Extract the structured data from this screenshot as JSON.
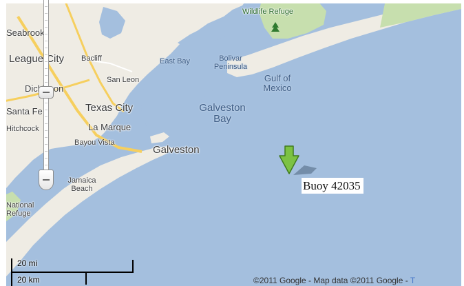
{
  "map": {
    "water_color": "#a4bfde",
    "land_color": "#efece4",
    "park_color": "#c7dfae",
    "road_color": "#f6cf5e",
    "labels": {
      "wildlife_refuge": "Wildlife Refuge",
      "seabrook": "Seabrook",
      "league_city": "League City",
      "bacliff": "Bacliff",
      "east_bay": "East Bay",
      "bolivar_peninsula": "Bolivar Peninsula",
      "san_leon": "San Leon",
      "gulf_of_mexico": "Gulf of Mexico",
      "dickinson": "Dickinson",
      "santa_fe": "Santa Fe",
      "texas_city": "Texas City",
      "galveston_bay": "Galveston Bay",
      "hitchcock": "Hitchcock",
      "la_marque": "La Marque",
      "bayou_vista": "Bayou Vista",
      "galveston": "Galveston",
      "jamaica_beach": "Jamaica Beach",
      "national_refuge": "National Refuge"
    }
  },
  "marker": {
    "label": "Buoy 42035",
    "color": "#7cc243",
    "icon": "arrow-down-marker-icon"
  },
  "zoom_control": {
    "icons": [
      "zoom-handle-icon",
      "zoom-out-icon"
    ]
  },
  "scale": {
    "miles_label": "20 mi",
    "km_label": "20 km"
  },
  "attribution": {
    "text": "©2011 Google - Map data ©2011 Google - ",
    "terms_link": "T"
  }
}
